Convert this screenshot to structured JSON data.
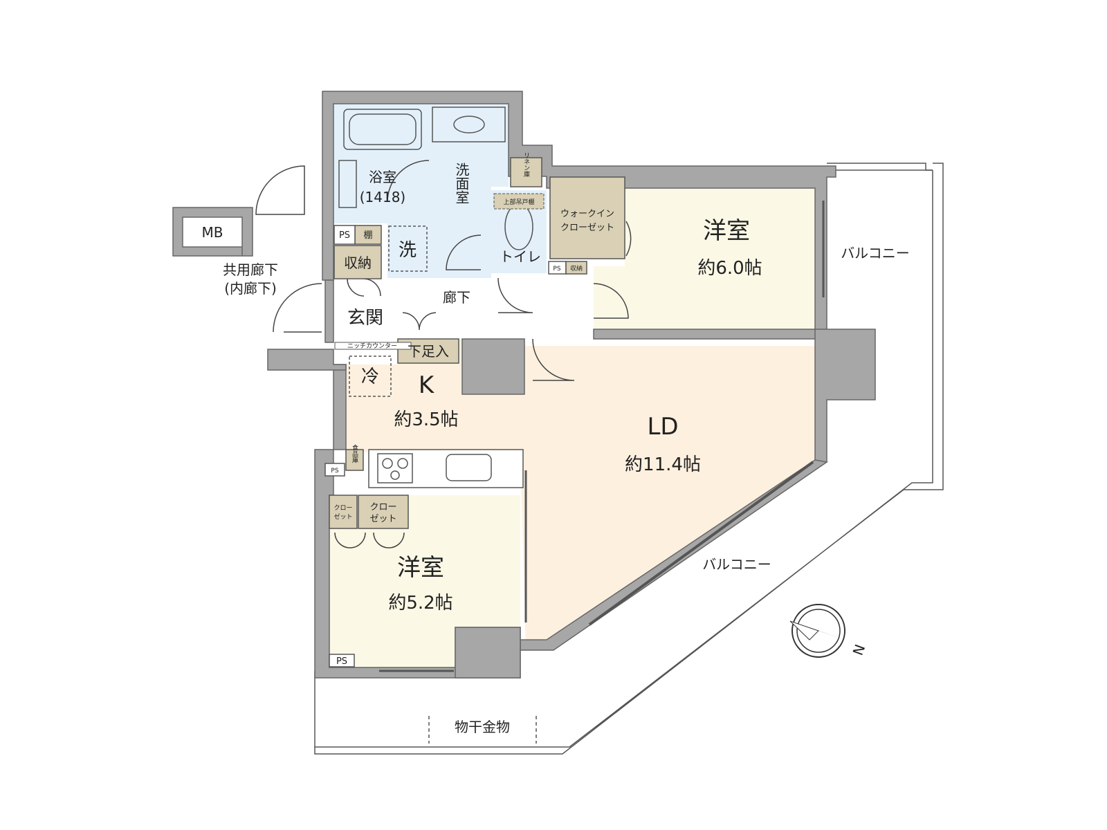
{
  "rooms": {
    "western_room_1": {
      "name": "洋室",
      "size": "約6.0帖"
    },
    "western_room_2": {
      "name": "洋室",
      "size": "約5.2帖"
    },
    "ld": {
      "name": "LD",
      "size": "約11.4帖"
    },
    "kitchen": {
      "name": "K",
      "size": "約3.5帖"
    },
    "bathroom": {
      "name": "浴室",
      "spec": "(1418)"
    },
    "washroom": "洗面室",
    "toilet": "トイレ",
    "entrance": "玄関",
    "hallway": "廊下",
    "walk_in_closet": {
      "line1": "ウォークイン",
      "line2": "クローゼット"
    }
  },
  "fixtures": {
    "storage": "収納",
    "washer": "洗",
    "fridge": "冷",
    "shoe_box": "下足入",
    "shelf": "棚",
    "ps": "PS",
    "mb": "MB",
    "linen": "リネン庫",
    "upper_cabinet": "上部吊戸棚",
    "small_storage": "収納",
    "pantry": "食品庫",
    "closet_small": {
      "line1": "クロー",
      "line2": "ゼット"
    },
    "closet": {
      "line1": "クロー",
      "line2": "ゼット"
    },
    "niche_counter": "ニッチカウンター",
    "drying_rack": "物干金物"
  },
  "exterior": {
    "corridor_line1": "共用廊下",
    "corridor_line2": "(内廊下)",
    "balcony_right": "バルコニー",
    "balcony_bottom": "バルコニー",
    "compass": "N"
  },
  "colors": {
    "western": "#fbf8e6",
    "ld": "#fdf0df",
    "wet": "#e3f0fa",
    "storage": "#d9d0b5",
    "wall": "#a7a7a7"
  }
}
